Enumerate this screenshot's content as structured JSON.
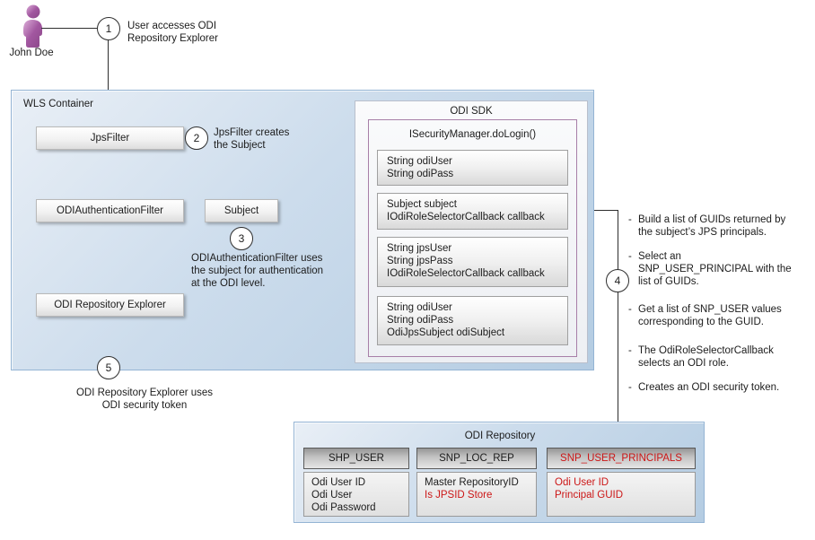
{
  "actor": {
    "label": "John Doe"
  },
  "steps": {
    "s1": {
      "num": "1",
      "text": "User accesses ODI\nRepository Explorer"
    },
    "s2": {
      "num": "2",
      "text": "JpsFilter creates\nthe Subject"
    },
    "s3": {
      "num": "3",
      "text": "ODIAuthenticationFilter uses\nthe subject for authentication\nat the ODI level."
    },
    "s4": {
      "num": "4"
    },
    "s5": {
      "num": "5",
      "text": "ODI Repository Explorer uses\nODI security token"
    }
  },
  "wls": {
    "title": "WLS Container",
    "jps_filter": "JpsFilter",
    "auth_filter": "ODIAuthenticationFilter",
    "subject": "Subject",
    "repo_explorer": "ODI Repository Explorer"
  },
  "sdk": {
    "title": "ODI SDK",
    "method": "ISecurityManager.doLogin()",
    "params": [
      {
        "text": "String odiUser\nString odiPass"
      },
      {
        "text": "Subject subject\nIOdiRoleSelectorCallback callback"
      },
      {
        "text": "String jpsUser\nString jpsPass\nIOdiRoleSelectorCallback callback"
      },
      {
        "text": "String odiUser\nString odiPass\nOdiJpsSubject odiSubject"
      }
    ]
  },
  "notes": {
    "bullet_char": "-",
    "items": [
      {
        "text": "Build a list of GUIDs returned by\nthe subject’s JPS principals."
      },
      {
        "text": "Select an\nSNP_USER_PRINCIPAL with the\nlist of GUIDs."
      },
      {
        "text": "Get a list of SNP_USER values\ncorresponding to the GUID."
      },
      {
        "text": "The OdiRoleSelectorCallback\nselects an ODI role."
      },
      {
        "text": "Creates an ODI security token."
      }
    ]
  },
  "repository": {
    "title": "ODI Repository",
    "tables": [
      {
        "header": "SHP_USER",
        "rows": [
          "Odi User ID",
          "Odi User",
          "Odi Password"
        ]
      },
      {
        "header": "SNP_LOC_REP",
        "rows": [
          "Master RepositoryID",
          "Is JPSID Store"
        ]
      },
      {
        "header": "SNP_USER_PRINCIPALS",
        "rows": [
          "Odi User ID",
          "Principal GUID"
        ]
      }
    ]
  },
  "colors": {
    "highlight_red": "#cc1717",
    "container_blue_border": "#94b4d4",
    "pink_border": "#a87fa8",
    "line": "#2e2e2e",
    "actor_purple": "#a257a0"
  }
}
